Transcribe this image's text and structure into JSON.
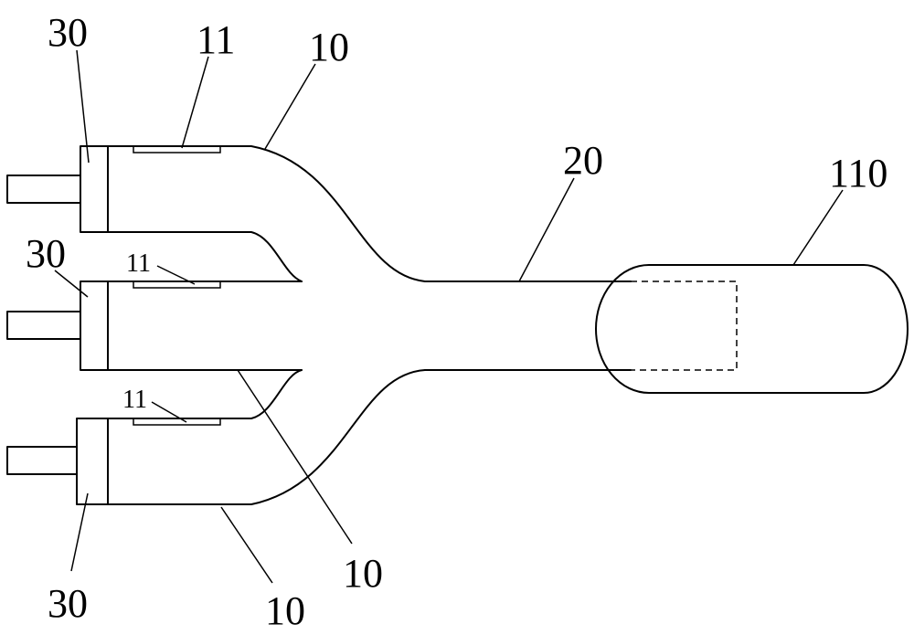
{
  "labels": {
    "ref_30_top": "30",
    "ref_11_top": "11",
    "ref_10_top": "10",
    "ref_20": "20",
    "ref_110": "110",
    "ref_30_mid": "30",
    "ref_11_mid": "11",
    "ref_11_bot": "11",
    "ref_10_bot_right": "10",
    "ref_30_bot": "30",
    "ref_10_bot": "10"
  }
}
